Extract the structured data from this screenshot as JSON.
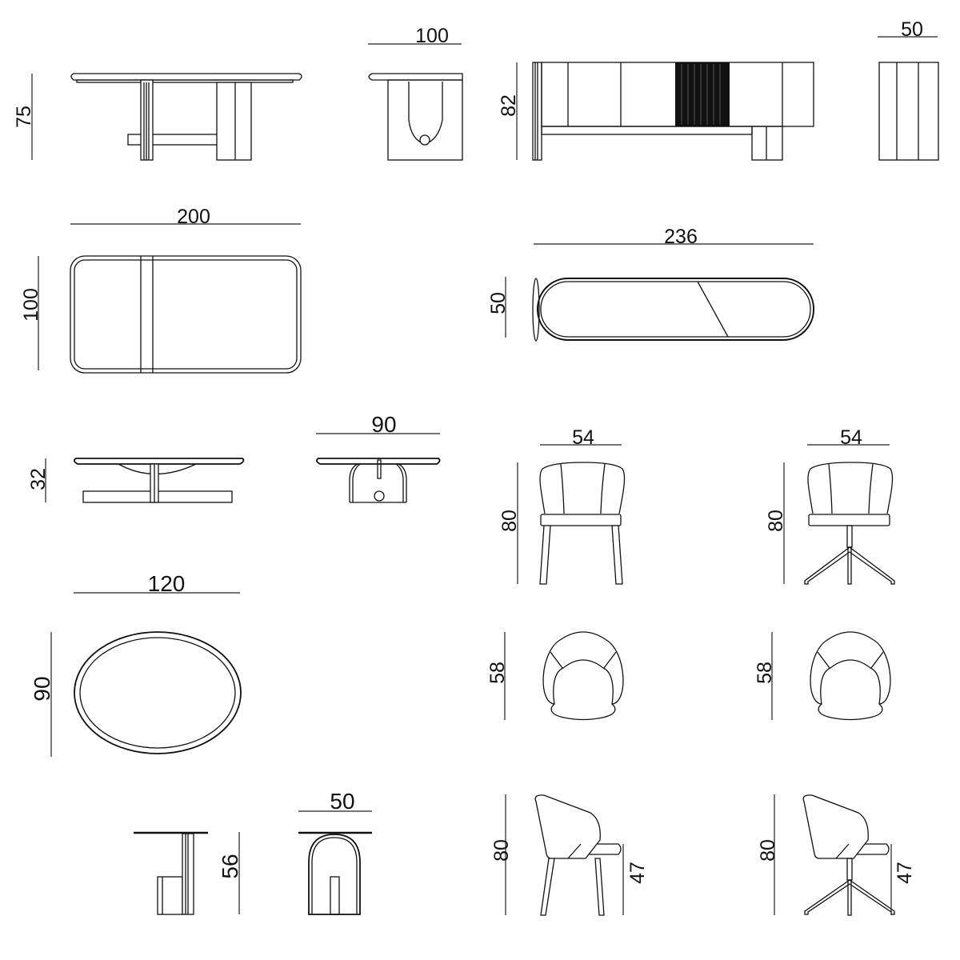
{
  "dimensions": {
    "dining_table_height": "75",
    "dining_table_end_width": "100",
    "sideboard_height": "82",
    "sideboard_depth": "50",
    "dining_table_length": "200",
    "dining_table_top_width": "100",
    "sideboard_length": "236",
    "sideboard_top_depth": "50",
    "coffee_table_height": "32",
    "coffee_table_end_width": "90",
    "chair_width": "54",
    "swivel_chair_width": "54",
    "chair_height": "80",
    "swivel_chair_height": "80",
    "oval_table_length": "120",
    "oval_table_width": "90",
    "chair_depth": "58",
    "swivel_chair_depth": "58",
    "side_table_width": "50",
    "side_table_height": "56",
    "chair_side_height": "80",
    "chair_seat_height": "47",
    "swivel_chair_side_height": "80",
    "swivel_chair_seat_height": "47"
  }
}
